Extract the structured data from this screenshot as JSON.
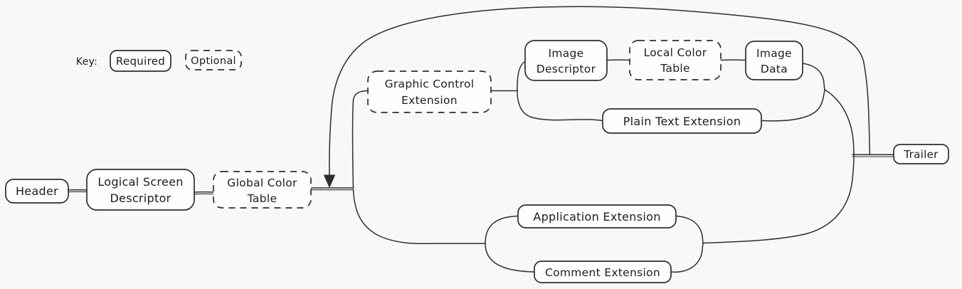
{
  "diagram": {
    "description": "GIF file structure flow diagram",
    "key": {
      "label": "Key:",
      "required": "Required",
      "optional": "Optional"
    },
    "nodes": {
      "header": {
        "label": "Header",
        "border": "solid"
      },
      "logical_screen_descriptor": {
        "line1": "Logical Screen",
        "line2": "Descriptor",
        "border": "solid"
      },
      "global_color_table": {
        "line1": "Global Color",
        "line2": "Table",
        "border": "dashed"
      },
      "graphic_control_extension": {
        "line1": "Graphic Control",
        "line2": "Extension",
        "border": "dashed"
      },
      "image_descriptor": {
        "line1": "Image",
        "line2": "Descriptor",
        "border": "solid"
      },
      "local_color_table": {
        "line1": "Local Color",
        "line2": "Table",
        "border": "dashed"
      },
      "image_data": {
        "line1": "Image",
        "line2": "Data",
        "border": "solid"
      },
      "plain_text_extension": {
        "label": "Plain Text Extension",
        "border": "solid"
      },
      "application_extension": {
        "label": "Application Extension",
        "border": "solid"
      },
      "comment_extension": {
        "label": "Comment Extension",
        "border": "solid"
      },
      "trailer": {
        "label": "Trailer",
        "border": "solid"
      }
    },
    "colors": {
      "stroke": "#2e2e2e",
      "background": "#f8f8f8",
      "box_fill": "#fefefe"
    }
  }
}
